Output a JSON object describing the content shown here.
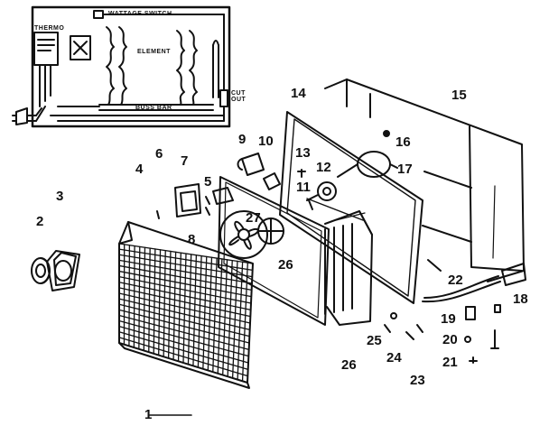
{
  "wiring": {
    "wattage_switch": "WATTAGE SWITCH",
    "thermostat": "THERMO",
    "element": "ELEMENT",
    "buss_bar": "BUSS BAR",
    "cut_out": "CUT OUT"
  },
  "callouts": [
    "1",
    "2",
    "3",
    "4",
    "5",
    "6",
    "7",
    "8",
    "9",
    "10",
    "11",
    "12",
    "13",
    "14",
    "15",
    "16",
    "17",
    "18",
    "19",
    "20",
    "21",
    "22",
    "23",
    "24",
    "25",
    "26",
    "26",
    "27"
  ]
}
